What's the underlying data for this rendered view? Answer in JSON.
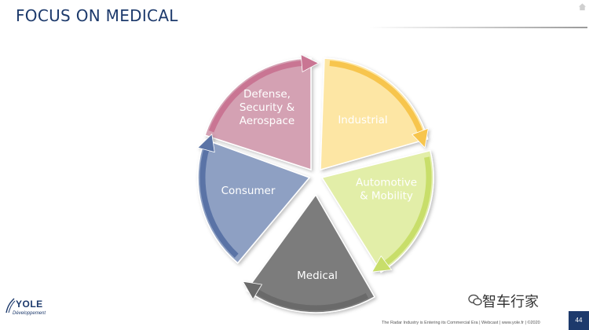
{
  "slide": {
    "title": "FOCUS ON MEDICAL",
    "page_number": "44",
    "footer": "The Radar Industry is Entering its Commercial Era | Webcast | www.yole.fr | ©2020"
  },
  "logo": {
    "name": "YOLE",
    "subtitle": "Développement"
  },
  "watermark": {
    "text": "智车行家"
  },
  "diagram": {
    "segments": [
      {
        "id": "defense",
        "lines": [
          "Defense,",
          "Security &",
          "Aerospace"
        ],
        "fill": "#d4a1b3",
        "arrow": "#c97593",
        "text_color": "#ffffff"
      },
      {
        "id": "industrial",
        "lines": [
          "Industrial"
        ],
        "fill": "#fde6a4",
        "arrow": "#f7c54d",
        "text_color": "#ffffff"
      },
      {
        "id": "automotive",
        "lines": [
          "Automotive",
          "& Mobility"
        ],
        "fill": "#e2eea8",
        "arrow": "#c8de6a",
        "text_color": "#ffffff"
      },
      {
        "id": "medical",
        "lines": [
          "Medical"
        ],
        "fill": "#7b7b7b",
        "arrow": "#6a6a6a",
        "text_color": "#ffffff",
        "highlight": true
      },
      {
        "id": "consumer",
        "lines": [
          "Consumer"
        ],
        "fill": "#8ea0c3",
        "arrow": "#5a73a6",
        "text_color": "#ffffff"
      }
    ]
  }
}
